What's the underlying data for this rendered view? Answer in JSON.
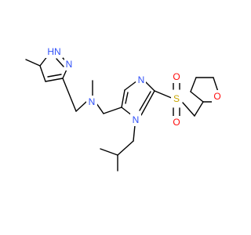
{
  "colors": {
    "bond": "#000000",
    "nitrogen": "#3050F8",
    "oxygen": "#FF0D0D",
    "sulfur": "#C8A600"
  },
  "atoms": {
    "pyrazole_nh": "HN",
    "pyrazole_n": "N",
    "amine_n": "N",
    "imidazole_n3": "N",
    "imidazole_n1": "N",
    "sulfur": "S",
    "sulfonyl_o_top": "O",
    "sulfonyl_o_bottom": "O",
    "thf_o": "O"
  }
}
